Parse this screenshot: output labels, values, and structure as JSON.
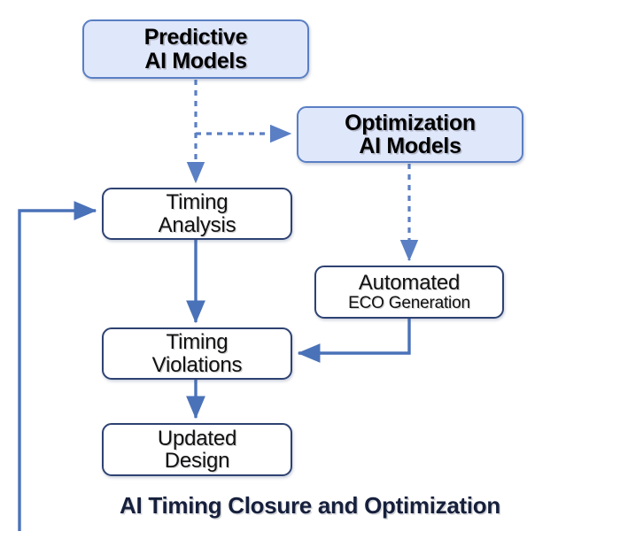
{
  "diagram": {
    "title": "AI Timing Closure and Optimization",
    "type": "flowchart",
    "colors": {
      "ai_node_fill": "#dfe7fb",
      "ai_node_border": "#5a7fc4",
      "process_node_fill": "#ffffff",
      "process_node_border": "#2e4272",
      "solid_edge": "#4a72b8",
      "dashed_edge": "#5a7fc4",
      "caption_text": "#16203c",
      "background": "#ffffff"
    },
    "nodes": {
      "predictive": {
        "line1": "Predictive",
        "line2": "AI Models",
        "style": "ai-node"
      },
      "optimization": {
        "line1": "Optimization",
        "line2": "AI Models",
        "style": "ai-node"
      },
      "timing_analysis": {
        "line1": "Timing",
        "line2": "Analysis",
        "style": "proc-node"
      },
      "automated_eco": {
        "line1": "Automated",
        "line2": "ECO Generation",
        "style": "proc-node"
      },
      "timing_violations": {
        "line1": "Timing",
        "line2": "Violations",
        "style": "proc-node"
      },
      "updated_design": {
        "line1": "Updated",
        "line2": "Design",
        "style": "proc-node"
      }
    },
    "edges": [
      {
        "id": "predictive-to-timing-analysis",
        "from": "predictive",
        "to": "timing_analysis",
        "style": "dashed"
      },
      {
        "id": "predictive-to-optimization",
        "from": "predictive",
        "to": "optimization",
        "style": "dashed"
      },
      {
        "id": "optimization-to-automated-eco",
        "from": "optimization",
        "to": "automated_eco",
        "style": "dashed"
      },
      {
        "id": "timing-analysis-to-timing-violations",
        "from": "timing_analysis",
        "to": "timing_violations",
        "style": "solid"
      },
      {
        "id": "timing-violations-to-updated-design",
        "from": "timing_violations",
        "to": "updated_design",
        "style": "solid"
      },
      {
        "id": "automated-eco-to-timing-violations",
        "from": "automated_eco",
        "to": "timing_violations",
        "style": "solid"
      },
      {
        "id": "feedback-loop-to-timing-analysis",
        "from": "updated_design",
        "to": "timing_analysis",
        "style": "solid"
      }
    ]
  }
}
